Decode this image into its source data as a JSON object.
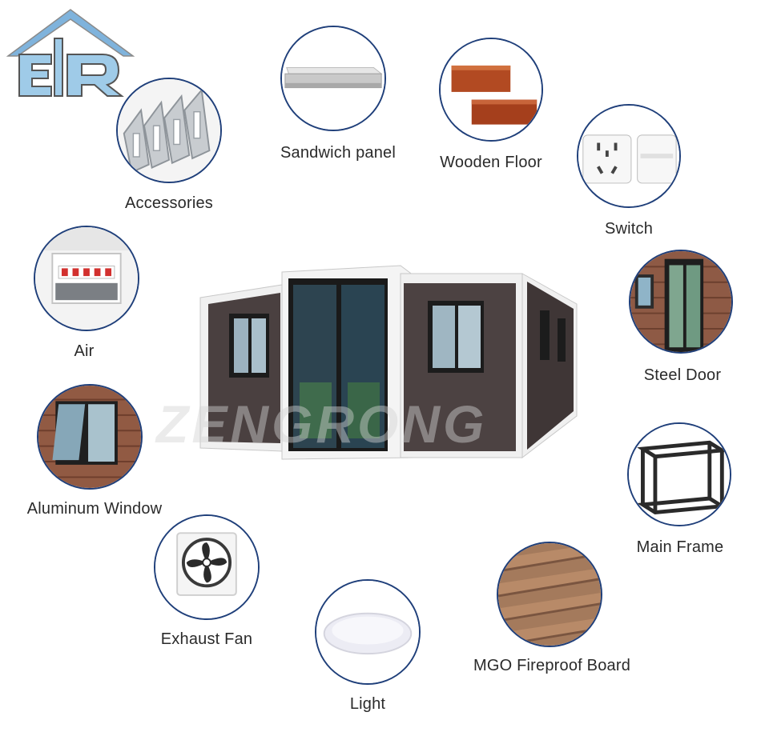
{
  "brand": {
    "logo_icon": "house-logo-icon",
    "watermark": "ZENGRONG"
  },
  "colors": {
    "circle_border": "#1f3f7a",
    "label_text": "#2a2a2a",
    "wall": "#4a4040",
    "frame": "#f2f2f2"
  },
  "features": [
    {
      "id": "accessories",
      "label": "Accessories",
      "icon": "aluminum-profiles-icon"
    },
    {
      "id": "sandwich-panel",
      "label": "Sandwich panel",
      "icon": "panel-icon"
    },
    {
      "id": "wooden-floor",
      "label": "Wooden Floor",
      "icon": "wood-planks-icon"
    },
    {
      "id": "switch",
      "label": "Switch",
      "icon": "power-socket-icon"
    },
    {
      "id": "air",
      "label": "Air",
      "icon": "air-conditioner-icon"
    },
    {
      "id": "steel-door",
      "label": "Steel Door",
      "icon": "door-icon"
    },
    {
      "id": "aluminum-window",
      "label": "Aluminum Window",
      "icon": "window-icon"
    },
    {
      "id": "main-frame",
      "label": "Main Frame",
      "icon": "steel-frame-icon"
    },
    {
      "id": "exhaust-fan",
      "label": "Exhaust Fan",
      "icon": "fan-icon"
    },
    {
      "id": "mgo-fireproof-board",
      "label": "MGO Fireproof Board",
      "icon": "board-icon"
    },
    {
      "id": "light",
      "label": "Light",
      "icon": "ceiling-light-icon"
    }
  ]
}
